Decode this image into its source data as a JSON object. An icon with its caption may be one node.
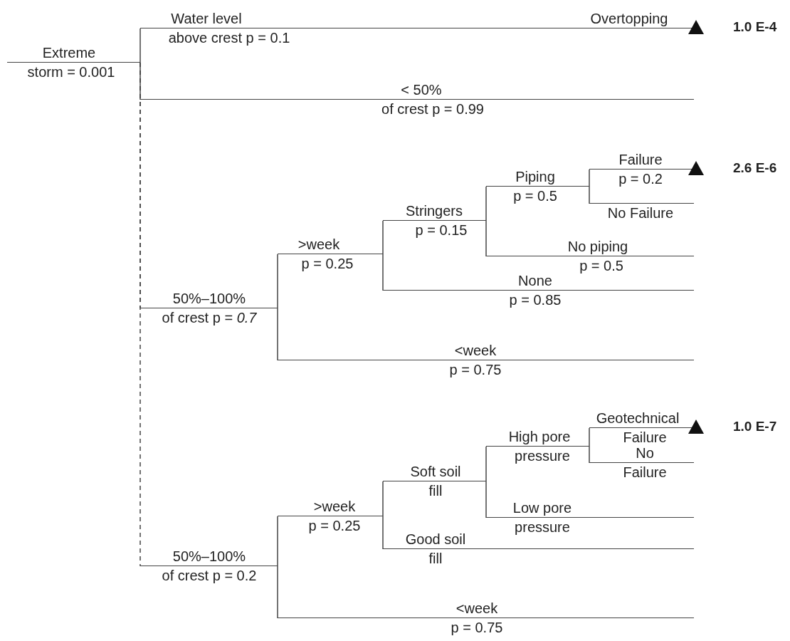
{
  "diagram": {
    "nodes": [
      {
        "text": [
          "Extreme",
          "storm = 0.001"
        ]
      },
      {
        "text": [
          "Water level",
          "above crest p = 0.1",
          "Overtopping"
        ],
        "beside": [
          "1.0 E-4"
        ]
      },
      {
        "text": [
          "< 50%",
          "of crest p = 0.99"
        ]
      },
      {
        "text": [
          "50%–100%",
          "of crest p = *0.7*"
        ]
      },
      {
        "text": [
          ">week",
          "p = 0.25"
        ]
      },
      {
        "text": [
          "Stringers",
          "p = 0.15"
        ]
      },
      {
        "text": [
          "Piping",
          "p = 0.5"
        ]
      },
      {
        "text": [
          "Failure",
          "p = 0.2"
        ],
        "beside": [
          "2.6 E-6"
        ]
      },
      {
        "text": [
          "No Failure"
        ]
      },
      {
        "text": [
          "No piping",
          "p = 0.5"
        ]
      },
      {
        "text": [
          "None",
          "p = 0.85"
        ]
      },
      {
        "text": [
          "<week",
          "p = 0.75"
        ]
      },
      {
        "text": [
          "50%–100%",
          "of crest p = 0.2"
        ]
      },
      {
        "text": [
          ">week",
          "p = 0.25"
        ]
      },
      {
        "text": [
          "Soft soil",
          "fill"
        ]
      },
      {
        "text": [
          "High pore",
          "pressure"
        ]
      },
      {
        "text": [
          "Geotechnical",
          "Failure"
        ],
        "beside": [
          "1.0 E-7"
        ]
      },
      {
        "text": [
          "No",
          "Failure"
        ]
      },
      {
        "text": [
          "Low pore",
          "pressure"
        ]
      },
      {
        "text": [
          "Good soil",
          "fill"
        ]
      },
      {
        "text": [
          "<week",
          "p = 0.75"
        ]
      }
    ],
    "edges": [
      {
        "from": 0,
        "to": 1,
        "arrow": "none"
      },
      {
        "from": 0,
        "to": 2,
        "arrow": "none"
      },
      {
        "from": 0,
        "to": 3,
        "arrow": "none",
        "style": "dashed"
      },
      {
        "from": 0,
        "to": 12,
        "arrow": "none",
        "style": "dashed"
      },
      {
        "from": 3,
        "to": 4,
        "arrow": "none"
      },
      {
        "from": 3,
        "to": 11,
        "arrow": "none"
      },
      {
        "from": 4,
        "to": 5,
        "arrow": "none"
      },
      {
        "from": 4,
        "to": 10,
        "arrow": "none"
      },
      {
        "from": 5,
        "to": 6,
        "arrow": "none"
      },
      {
        "from": 5,
        "to": 9,
        "arrow": "none"
      },
      {
        "from": 6,
        "to": 7,
        "arrow": "none"
      },
      {
        "from": 6,
        "to": 8,
        "arrow": "none"
      },
      {
        "from": 12,
        "to": 13,
        "arrow": "none"
      },
      {
        "from": 12,
        "to": 20,
        "arrow": "none"
      },
      {
        "from": 13,
        "to": 14,
        "arrow": "none"
      },
      {
        "from": 13,
        "to": 19,
        "arrow": "none"
      },
      {
        "from": 14,
        "to": 15,
        "arrow": "none"
      },
      {
        "from": 14,
        "to": 18,
        "arrow": "none"
      },
      {
        "from": 15,
        "to": 16,
        "arrow": "none"
      },
      {
        "from": 15,
        "to": 17,
        "arrow": "none"
      }
    ]
  }
}
